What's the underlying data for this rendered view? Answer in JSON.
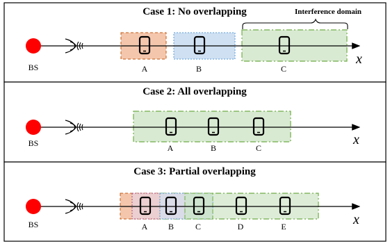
{
  "cases": [
    {
      "title": "Case 1: No overlapping",
      "bs_label": "BS",
      "axis_label": "x",
      "annotation": "Interference domain",
      "devices": [
        "A",
        "B",
        "C"
      ]
    },
    {
      "title": "Case 2: All overlapping",
      "bs_label": "BS",
      "axis_label": "x",
      "devices": [
        "A",
        "B",
        "C"
      ]
    },
    {
      "title": "Case 3: Partial overlapping",
      "bs_label": "BS",
      "axis_label": "x",
      "devices": [
        "A",
        "B",
        "C",
        "D",
        "E"
      ]
    }
  ],
  "colors": {
    "bs": "#ff0000",
    "domain_orange": "#f4c7ad",
    "domain_blue": "#cfe0f2",
    "domain_green": "#d9ead3",
    "domain_pink": "#ead1dc",
    "border": "#000000"
  }
}
